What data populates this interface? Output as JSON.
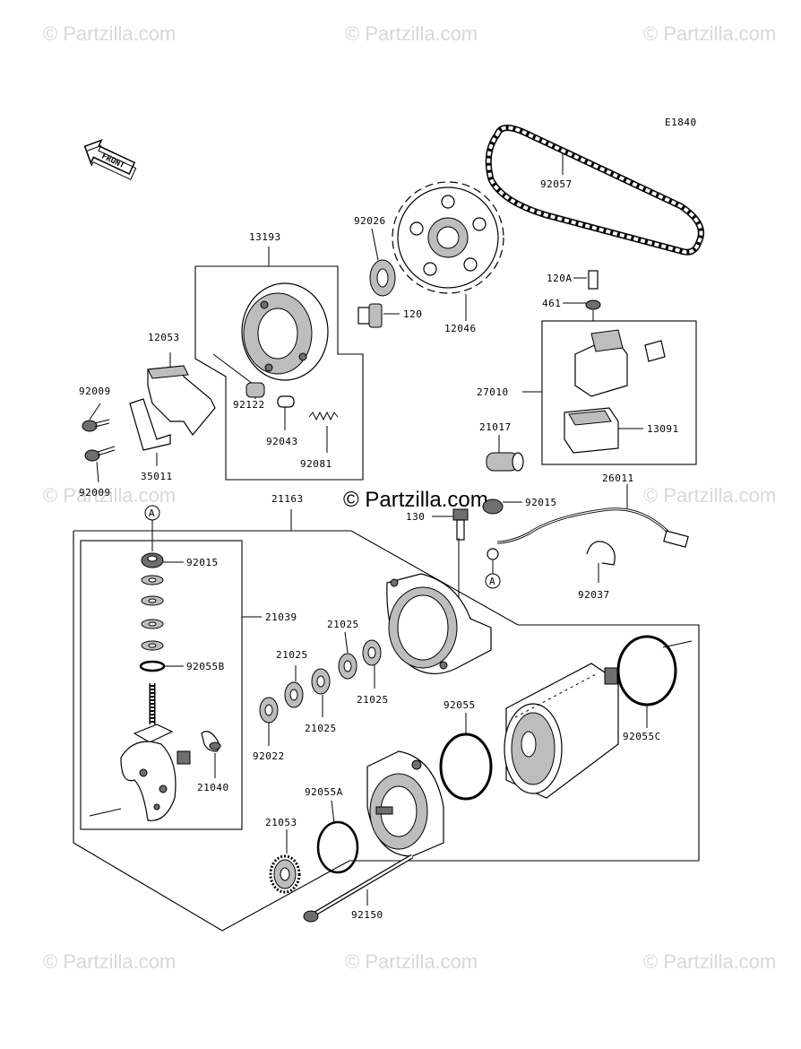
{
  "diagram": {
    "code": "E1840",
    "front_label": "FRONT",
    "center_watermark": "© Partzilla.com",
    "watermark_text": "© Partzilla.com",
    "reference_marker": "A"
  },
  "part_labels": {
    "p92057": "92057",
    "p13193": "13193",
    "p92026": "92026",
    "p120": "120",
    "p12046": "12046",
    "p120A": "120A",
    "p461": "461",
    "p27010": "27010",
    "p13091": "13091",
    "p12053": "12053",
    "p92009a": "92009",
    "p92009b": "92009",
    "p35011": "35011",
    "p92122": "92122",
    "p92043": "92043",
    "p92081": "92081",
    "p21017": "21017",
    "p21163": "21163",
    "p26011": "26011",
    "p92015a": "92015",
    "p130": "130",
    "p92037": "92037",
    "p92015b": "92015",
    "p21039": "21039",
    "p21025a": "21025",
    "p21025b": "21025",
    "p21025c": "21025",
    "p21025d": "21025",
    "p92055B": "92055B",
    "p92022": "92022",
    "p92055": "92055",
    "p92055C": "92055C",
    "p21040": "21040",
    "p92055A": "92055A",
    "p21053": "21053",
    "p92150": "92150"
  }
}
